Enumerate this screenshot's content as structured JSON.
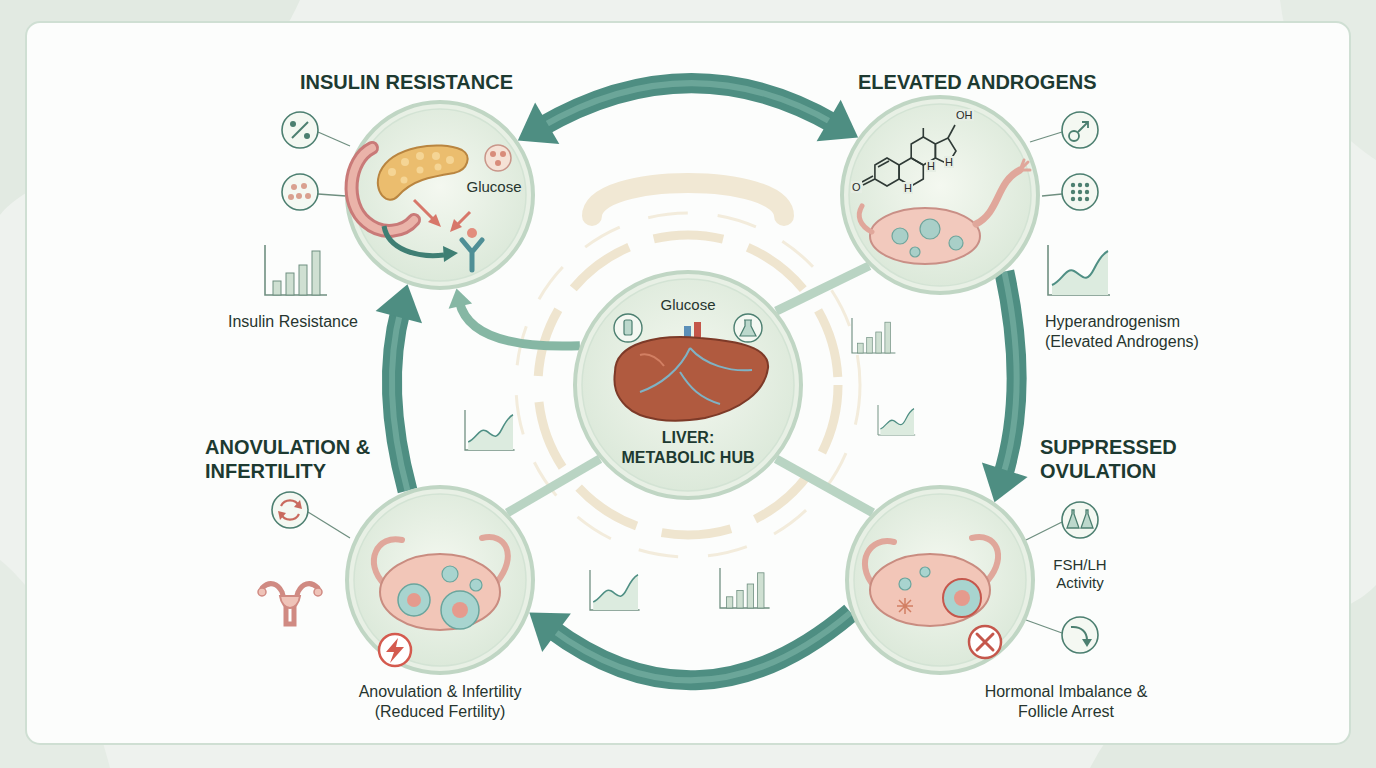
{
  "diagram": {
    "nodes": [
      {
        "text": [
          "INSULIN RESISTANCE",
          "Glucose",
          "Insulin Resistance"
        ]
      },
      {
        "text": [
          "ELEVATED ANDROGENS",
          "Hyperandrogenism (Elevated Androgens)"
        ]
      },
      {
        "text": [
          "Glucose",
          "LIVER: METABOLIC HUB"
        ]
      },
      {
        "text": [
          "ANOVULATION & INFERTILITY",
          "Anovulation & Infertility (Reduced Fertility)"
        ]
      },
      {
        "text": [
          "SUPPRESSED OVULATION",
          "FSH/LH Activity",
          "Hormonal Imbalance & Follicle Arrest"
        ]
      }
    ],
    "edges": [
      {
        "from": 0,
        "to": 1,
        "arrow": "both"
      },
      {
        "from": 1,
        "to": 4,
        "arrow": "to"
      },
      {
        "from": 4,
        "to": 3,
        "arrow": "to"
      },
      {
        "from": 3,
        "to": 0,
        "arrow": "to"
      },
      {
        "from": 2,
        "to": 0,
        "arrow": "to"
      },
      {
        "from": 2,
        "to": 1,
        "arrow": "none"
      },
      {
        "from": 2,
        "to": 3,
        "arrow": "none"
      },
      {
        "from": 2,
        "to": 4,
        "arrow": "none"
      }
    ],
    "labels": [
      "OH",
      "O",
      "H",
      "H",
      "H"
    ]
  }
}
